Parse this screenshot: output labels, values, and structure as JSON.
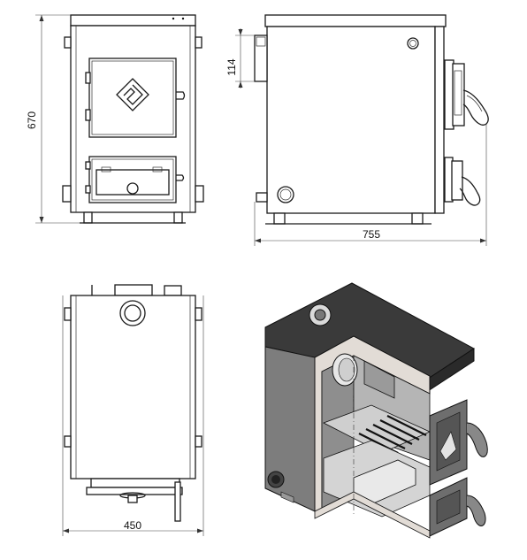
{
  "dimensions": {
    "front_height": "670",
    "side_offset": "114",
    "side_depth": "755",
    "top_width": "450"
  },
  "colors": {
    "stroke": "#1a1a1a",
    "iso_top": "#3a3a3a",
    "iso_side": "#7d7d7d",
    "iso_inner": "#9a9a9a",
    "iso_cut": "#e2dcd6"
  }
}
